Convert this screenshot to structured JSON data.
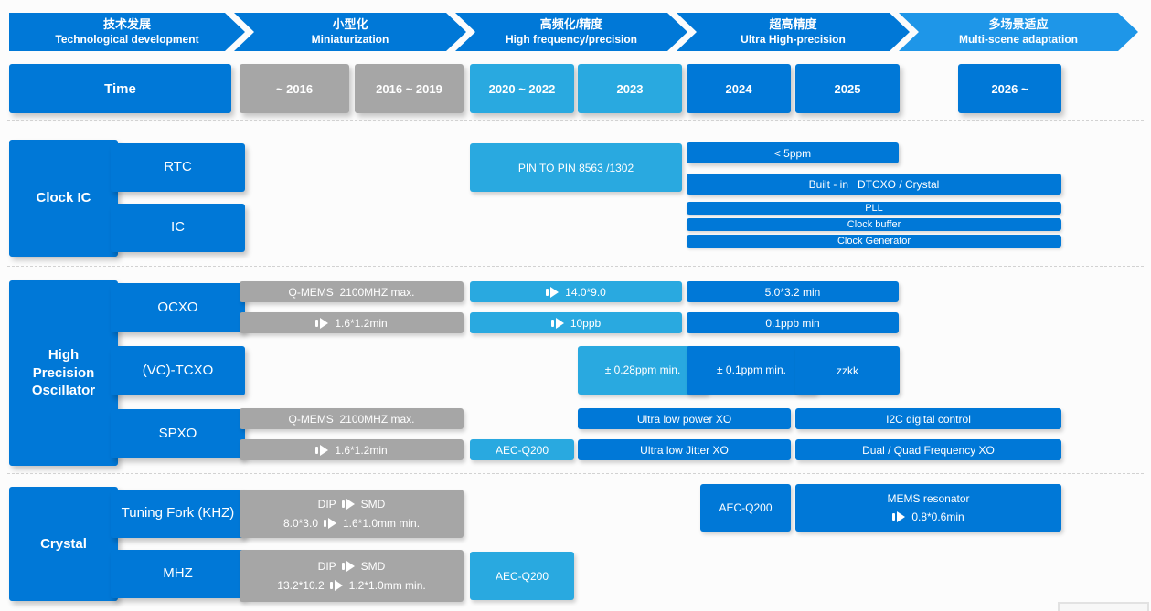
{
  "colors": {
    "blue": "#0078d7",
    "cyan": "#29a9e0",
    "gray": "#a6a6a6",
    "banner_last": "#1e96e8"
  },
  "banners": [
    {
      "zh": "技术发展",
      "en": "Technological development"
    },
    {
      "zh": "小型化",
      "en": "Miniaturization"
    },
    {
      "zh": "高频化/精度",
      "en": "High frequency/precision"
    },
    {
      "zh": "超高精度",
      "en": "Ultra High-precision"
    },
    {
      "zh": "多场景适应",
      "en": "Multi-scene adaptation"
    }
  ],
  "time": {
    "label": "Time",
    "cells": [
      {
        "label": "~ 2016"
      },
      {
        "label": "2016 ~ 2019"
      },
      {
        "label": "2020 ~ 2022"
      },
      {
        "label": "2023"
      },
      {
        "label": "2024"
      },
      {
        "label": "2025"
      },
      {
        "label": "2026 ~"
      }
    ]
  },
  "clock": {
    "section": "Clock IC",
    "rtc": "RTC",
    "ic": "IC",
    "pin_to_pin": "PIN TO PIN 8563 /1302",
    "five_ppm": "< 5ppm",
    "built_in": "Built - in   DTCXO / Crystal",
    "pll": "PLL",
    "buffer": "Clock buffer",
    "generator": "Clock Generator"
  },
  "osc": {
    "section": "High Precision Oscillator",
    "ocxo": "OCXO",
    "tcxo": "(VC)-TCXO",
    "spxo": "SPXO",
    "qmems": "Q-MEMS  2100MHZ max.",
    "size_14_9": "14.0*9.0",
    "size_5_32": "5.0*3.2 min",
    "size_16_12": "1.6*1.2min",
    "ppb10": "10ppb",
    "ppb01": "0.1ppb min",
    "ppm028": "± 0.28ppm min.",
    "ppm01": "± 0.1ppm min.",
    "zzkk": "zzkk",
    "low_power": "Ultra low power XO",
    "i2c": "I2C digital control",
    "aec": "AEC-Q200",
    "low_jitter": "Ultra low Jitter XO",
    "dual_quad": "Dual / Quad Frequency XO"
  },
  "crystal": {
    "section": "Crystal",
    "tuning_fork": "Tuning Fork (KHZ)",
    "mhz": "MHZ",
    "dip": "DIP",
    "smd": "SMD",
    "tf_from": "8.0*3.0",
    "tf_to": "1.6*1.0mm min.",
    "aec": "AEC-Q200",
    "mems": "MEMS resonator",
    "mems_size": "0.8*0.6min",
    "mhz_from": "13.2*10.2",
    "mhz_to": "1.2*1.0mm min."
  }
}
